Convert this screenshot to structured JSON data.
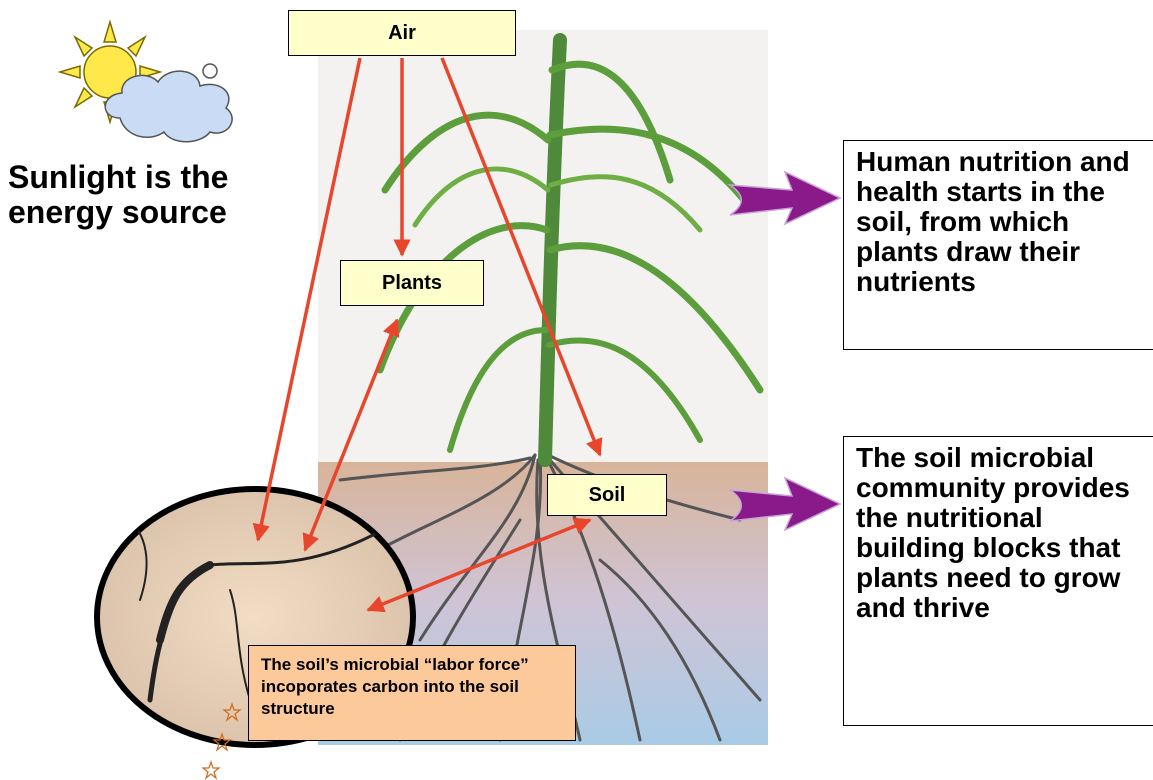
{
  "labels": {
    "air": "Air",
    "plants": "Plants",
    "soil": "Soil"
  },
  "sunlight_text": "Sunlight is the energy source",
  "human_nutrition_text": "Human nutrition and health starts in the soil, from which plants draw their nutrients",
  "microbial_community_text": "The soil microbial community provides the nutritional building blocks that plants need to grow and thrive",
  "microbial_labor_text": "The soil’s microbial “labor force” incoporates carbon into the soil structure",
  "colors": {
    "label_fill": "#ffffcc",
    "arrow": "#e8462c",
    "callout_arrow": "#8a1a8a",
    "microbe_box": "#fcc99a",
    "sun": "#ffe94a",
    "cloud": "#c9dbf5"
  },
  "icons": [
    "sun-icon",
    "cloud-icon",
    "star-icon"
  ]
}
